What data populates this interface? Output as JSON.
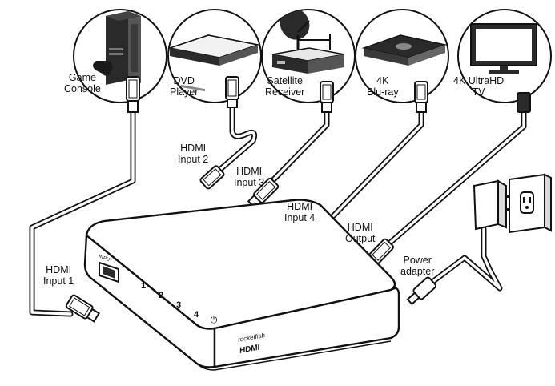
{
  "devices": {
    "game_console": {
      "line1": "Game",
      "line2": "Console"
    },
    "dvd_player": {
      "line1": "DVD",
      "line2": "Player"
    },
    "satellite_receiver": {
      "line1": "Satellite",
      "line2": "Receiver"
    },
    "bluray_4k": {
      "line1": "4K",
      "line2": "Blu-ray"
    },
    "tv_4k": {
      "line1": "4K UltraHD",
      "line2": "TV"
    }
  },
  "connections": {
    "input1": {
      "line1": "HDMI",
      "line2": "Input 1"
    },
    "input2": {
      "line1": "HDMI",
      "line2": "Input 2"
    },
    "input3": {
      "line1": "HDMI",
      "line2": "Input 3"
    },
    "input4": {
      "line1": "HDMI",
      "line2": "Input 4"
    },
    "output": {
      "line1": "HDMI",
      "line2": "Output"
    },
    "power": {
      "line1": "Power",
      "line2": "adapter"
    }
  },
  "switch": {
    "port_label": "INPUT 1",
    "indicators": [
      "1",
      "2",
      "3",
      "4"
    ],
    "brand": "rocketfish",
    "hdmi_logo": "HDMI"
  },
  "colors": {
    "line": "#111111",
    "fill": "#ffffff",
    "shade": "#d9d9d9",
    "dark": "#2a2a2a"
  }
}
